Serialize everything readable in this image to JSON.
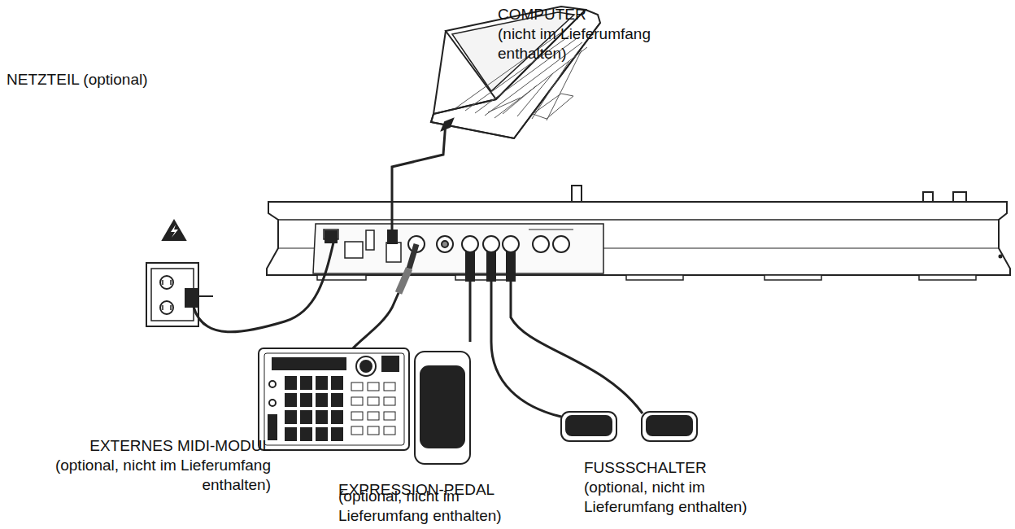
{
  "diagram": {
    "labels": [
      "COMPUTER",
      "(nicht im Lieferumfang enthalten)",
      "NETZTEIL (optional)",
      "EXTERNES MIDI-MODUL",
      "(optional, nicht im Lieferumfang enthalten)",
      "EXPRESSION-PEDAL",
      "(optional, nicht im Lieferumfang enthalten)",
      "FUSSSCHALTER",
      "(optional, nicht im Lieferumfang enthalten)"
    ]
  }
}
